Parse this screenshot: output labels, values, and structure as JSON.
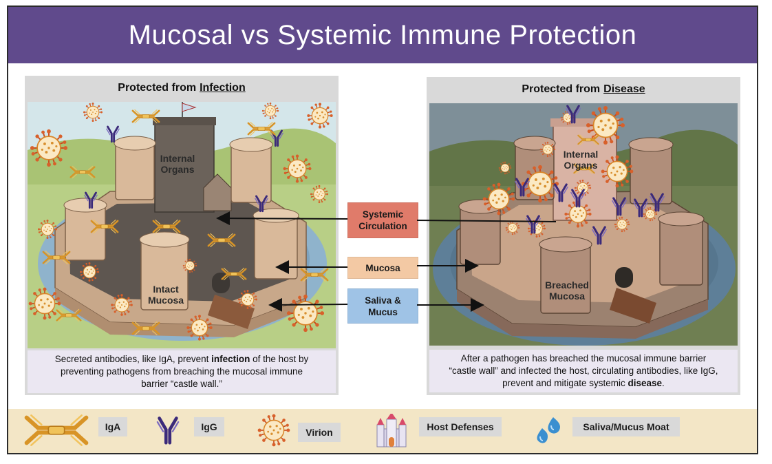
{
  "title": "Mucosal vs Systemic Immune Protection",
  "left_panel": {
    "header_prefix": "Protected from",
    "header_underlined": "Infection",
    "label_organs_line1": "Internal",
    "label_organs_line2": "Organs",
    "label_mucosa_line1": "Intact",
    "label_mucosa_line2": "Mucosa",
    "caption_line1_a": "Secreted antibodies, like IgA, prevent ",
    "caption_line1_bold": "infection",
    "caption_line1_b": " of the host by",
    "caption_line2": "preventing pathogens from breaching the mucosal immune",
    "caption_line3": "barrier “castle wall.”"
  },
  "right_panel": {
    "header_prefix": "Protected from",
    "header_underlined": "Disease",
    "label_organs_line1": "Internal",
    "label_organs_line2": "Organs",
    "label_mucosa_line1": "Breached",
    "label_mucosa_line2": "Mucosa",
    "caption_line1": "After a pathogen has breached the mucosal immune barrier",
    "caption_line2": "“castle wall” and infected the host, circulating antibodies, like IgG,",
    "caption_line3_a": "prevent and mitigate systemic ",
    "caption_line3_bold": "disease",
    "caption_line3_b": "."
  },
  "middle_labels": {
    "systemic_line1": "Systemic",
    "systemic_line2": "Circulation",
    "mucosa": "Mucosa",
    "saliva_line1": "Saliva &",
    "saliva_line2": "Mucus"
  },
  "legend": [
    {
      "icon": "iga-antibody-icon",
      "label": "IgA"
    },
    {
      "icon": "igg-antibody-icon",
      "label": "IgG"
    },
    {
      "icon": "virion-icon",
      "label": "Virion"
    },
    {
      "icon": "castle-icon",
      "label": "Host Defenses"
    },
    {
      "icon": "water-drops-icon",
      "label": "Saliva/Mucus Moat"
    }
  ],
  "colors": {
    "title_bar": "#604a8c",
    "systemic_box": "#e07b6a",
    "mucosa_box": "#f3c9a4",
    "saliva_box": "#9fc3e6",
    "legend_bar": "#f3e6c6",
    "caption_bg": "#ebe7f2",
    "iga": "#e0a030",
    "igg": "#3b2a7a",
    "virion": "#d8602a"
  }
}
